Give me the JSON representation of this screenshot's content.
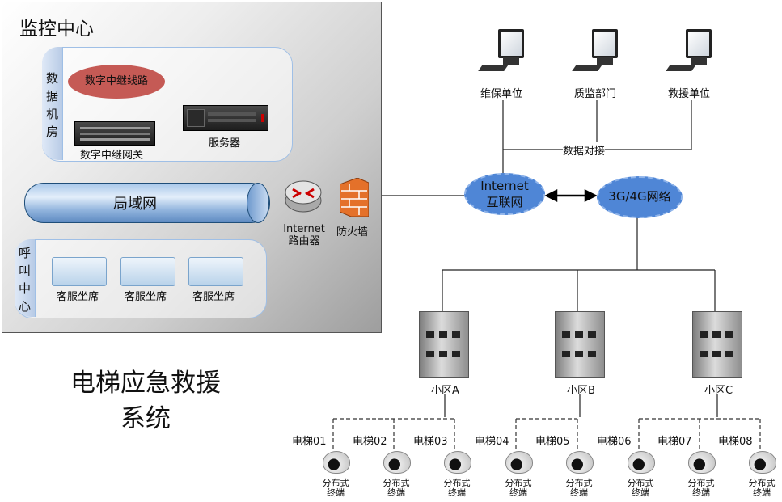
{
  "monitor_center": {
    "title": "监控中心"
  },
  "data_room": {
    "label_lines": [
      "数",
      "据",
      "机",
      "房"
    ],
    "trunk_line": "数字中继线路",
    "gateway": "数字中继网关",
    "server": "服务器"
  },
  "lan": {
    "label": "局域网"
  },
  "router": {
    "label_line1": "Internet",
    "label_line2": "路由器"
  },
  "firewall": {
    "label": "防火墙"
  },
  "call_center": {
    "label_lines": [
      "呼",
      "叫",
      "中",
      "心"
    ],
    "seats": [
      "客服坐席",
      "客服坐席",
      "客服坐席"
    ]
  },
  "system_title": {
    "line1": "电梯应急救援",
    "line2": "系统"
  },
  "internet": {
    "line1": "Internet",
    "line2": "互联网"
  },
  "network": {
    "label": "3G/4G网络"
  },
  "terminals": {
    "units": [
      "维保单位",
      "质监部门",
      "救援单位"
    ],
    "link_label": "数据对接"
  },
  "communities": [
    "小区A",
    "小区B",
    "小区C"
  ],
  "elevators": [
    {
      "name": "电梯01",
      "terminal_line1": "分布式",
      "terminal_line2": "终端"
    },
    {
      "name": "电梯02",
      "terminal_line1": "分布式",
      "terminal_line2": "终端"
    },
    {
      "name": "电梯03",
      "terminal_line1": "分布式",
      "terminal_line2": "终端"
    },
    {
      "name": "电梯04",
      "terminal_line1": "分布式",
      "terminal_line2": "终端"
    },
    {
      "name": "电梯05",
      "terminal_line1": "分布式",
      "terminal_line2": "终端"
    },
    {
      "name": "电梯06",
      "terminal_line1": "分布式",
      "terminal_line2": "终端"
    },
    {
      "name": "电梯07",
      "terminal_line1": "分布式",
      "terminal_line2": "终端"
    },
    {
      "name": "电梯08",
      "terminal_line1": "分布式",
      "terminal_line2": "终端"
    }
  ]
}
